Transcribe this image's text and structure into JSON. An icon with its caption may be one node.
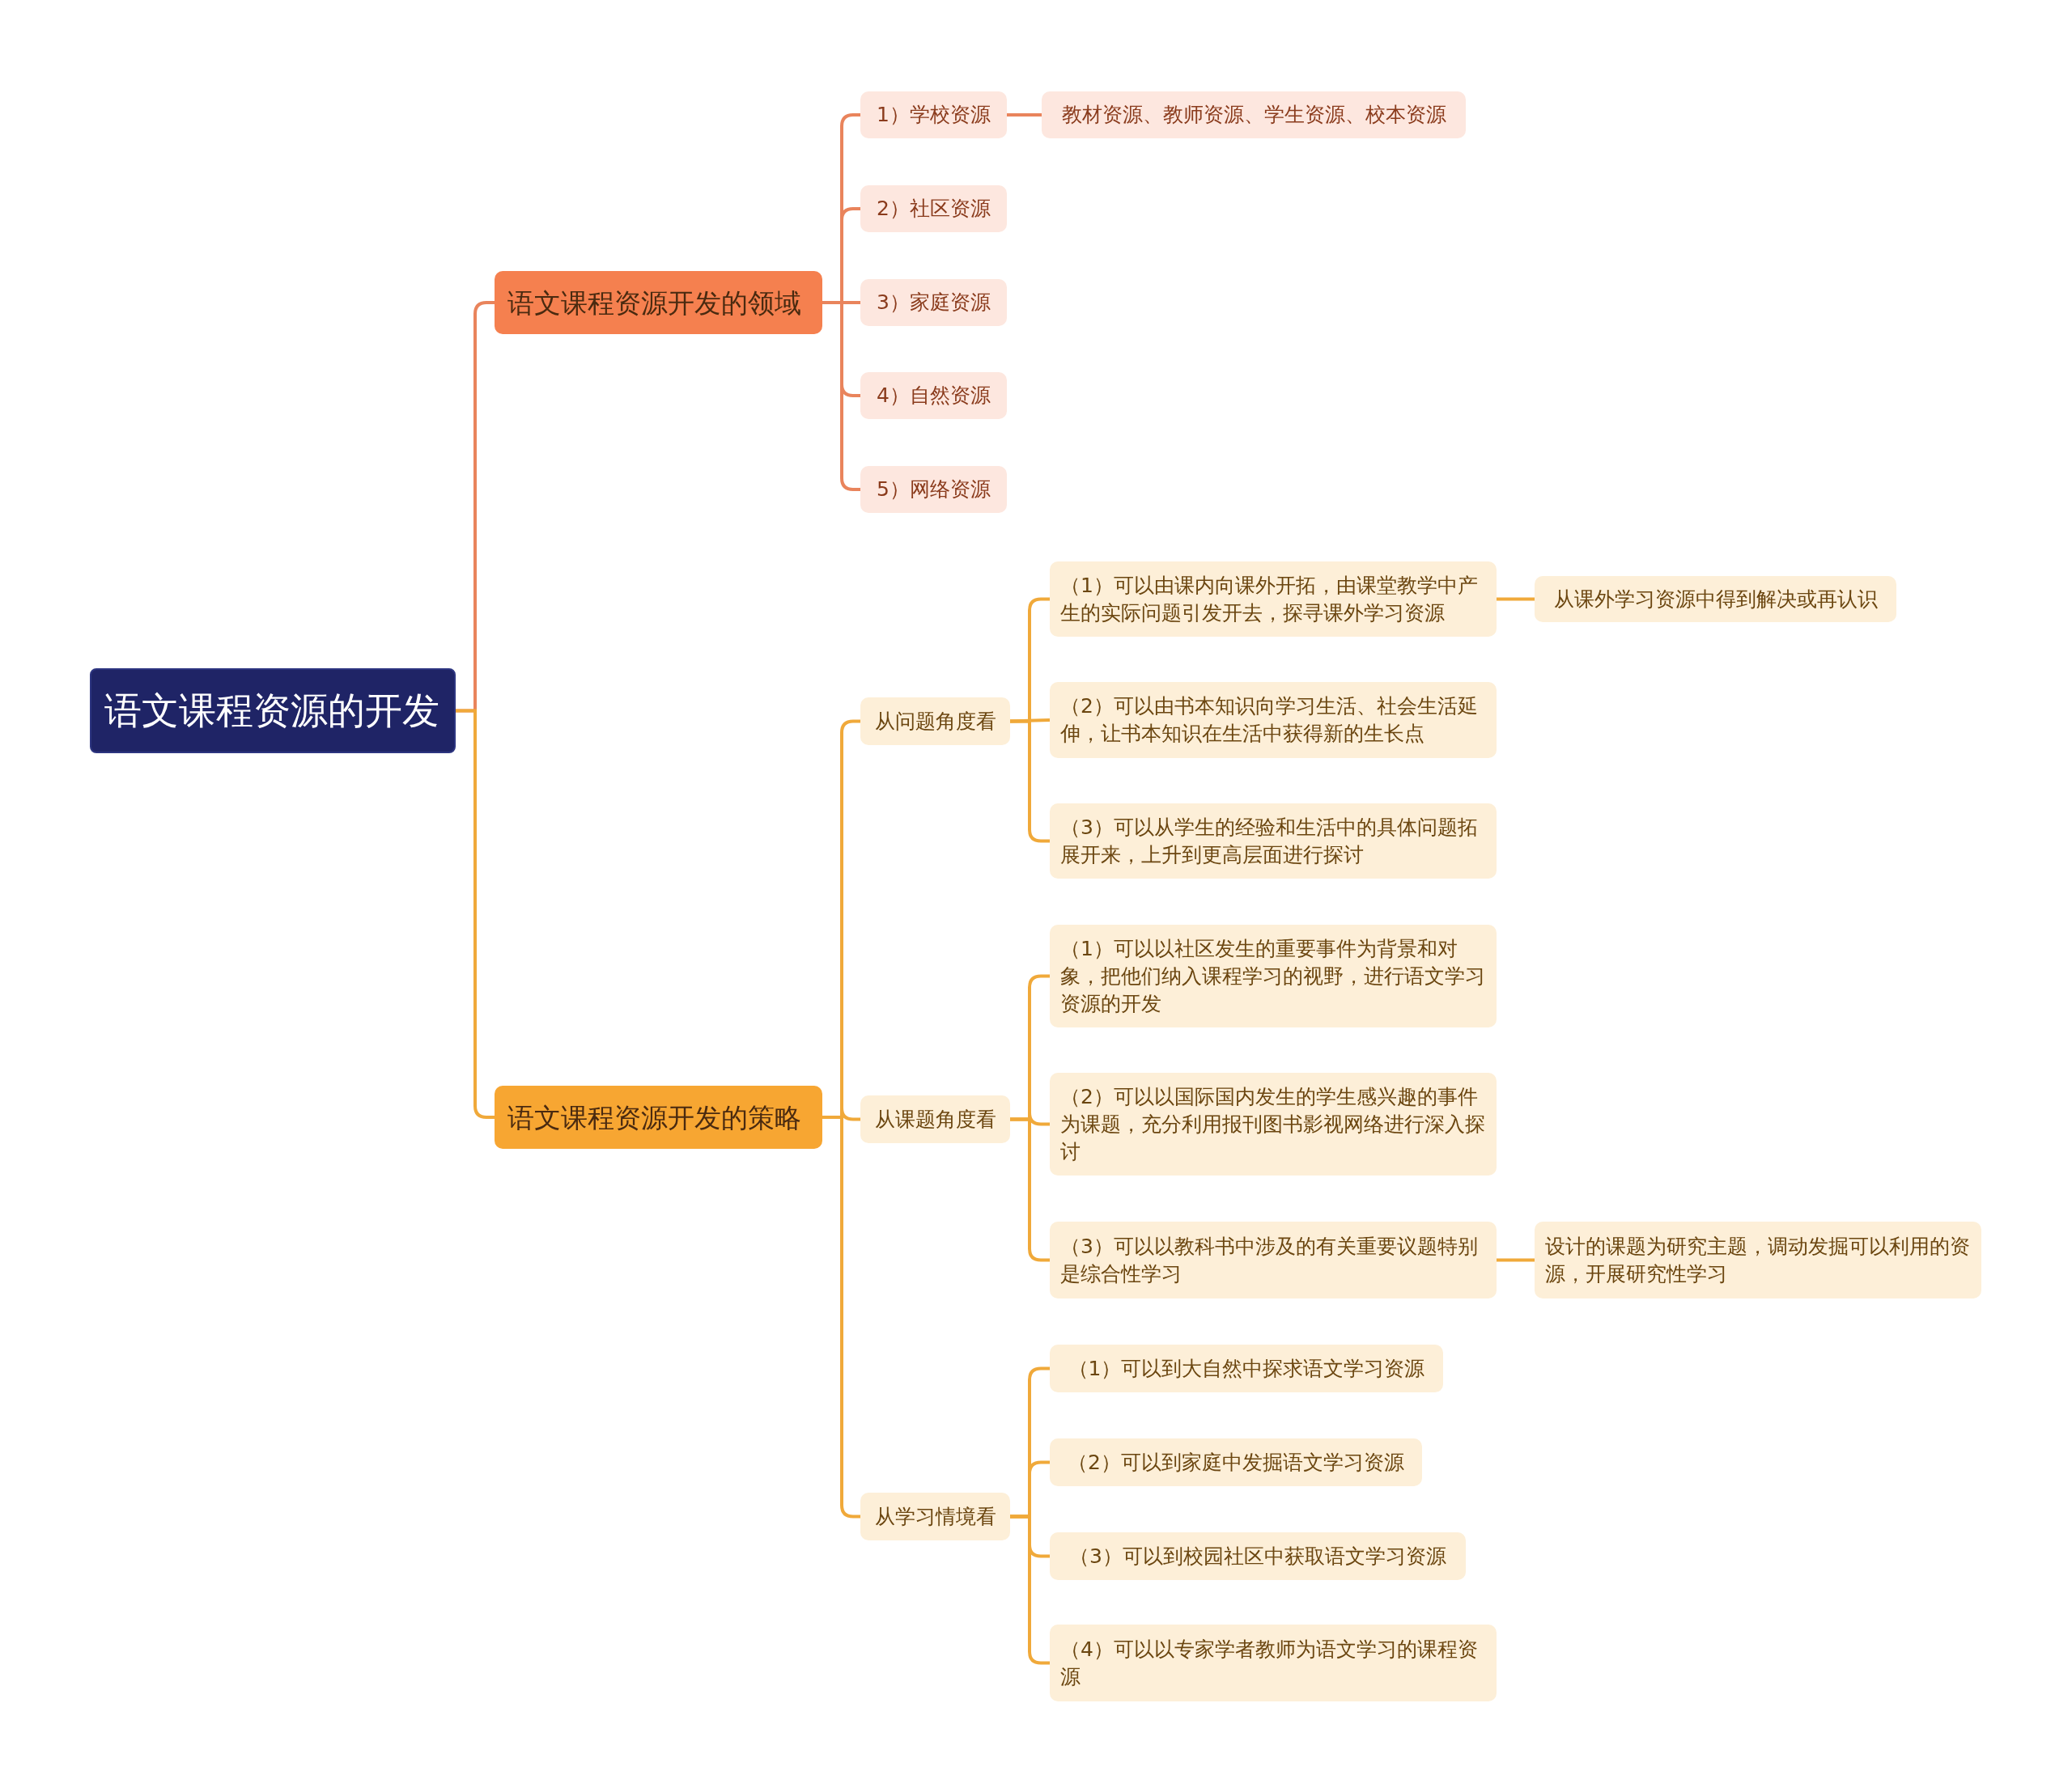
{
  "diagram": {
    "nodes": [
      {
        "text": [
          "语文课程资源的开发"
        ]
      },
      {
        "text": [
          "语文课程资源开发的领域"
        ]
      },
      {
        "text": [
          "1）学校资源"
        ]
      },
      {
        "text": [
          "2）社区资源"
        ]
      },
      {
        "text": [
          "3）家庭资源"
        ]
      },
      {
        "text": [
          "4）自然资源"
        ]
      },
      {
        "text": [
          "5）网络资源"
        ]
      },
      {
        "text": [
          "教材资源、教师资源、学生资源、校本资源"
        ]
      },
      {
        "text": [
          "语文课程资源开发的策略"
        ]
      },
      {
        "text": [
          "从问题角度看"
        ]
      },
      {
        "text": [
          "（1）可以由课内向课外开拓，由课堂教学中产生的实际问题引发开去，探寻课外学习资源"
        ]
      },
      {
        "text": [
          "从课外学习资源中得到解决或再认识"
        ]
      },
      {
        "text": [
          "（2）可以由书本知识向学习生活、社会生活延伸，让书本知识在生活中获得新的生长点"
        ]
      },
      {
        "text": [
          "（3）可以从学生的经验和生活中的具体问题拓展开来，上升到更高层面进行探讨"
        ]
      },
      {
        "text": [
          "从课题角度看"
        ]
      },
      {
        "text": [
          "（1）可以以社区发生的重要事件为背景和对象，把他们纳入课程学习的视野，进行语文学习资源的开发"
        ]
      },
      {
        "text": [
          "（2）可以以国际国内发生的学生感兴趣的事件为课题，充分利用报刊图书影视网络进行深入探讨"
        ]
      },
      {
        "text": [
          "（3）可以以教科书中涉及的有关重要议题特别是综合性学习"
        ]
      },
      {
        "text": [
          "设计的课题为研究主题，调动发掘可以利用的资源，开展研究性学习"
        ]
      },
      {
        "text": [
          "从学习情境看"
        ]
      },
      {
        "text": [
          "（1）可以到大自然中探求语文学习资源"
        ]
      },
      {
        "text": [
          "（2）可以到家庭中发掘语文学习资源"
        ]
      },
      {
        "text": [
          "（3）可以到校园社区中获取语文学习资源"
        ]
      },
      {
        "text": [
          "（4）可以以专家学者教师为语文学习的课程资源"
        ]
      }
    ],
    "edges": [
      {
        "from": 0,
        "to": 1,
        "arrow": "none",
        "color": "#e9845c"
      },
      {
        "from": 1,
        "to": 2,
        "arrow": "none",
        "color": "#e9845c"
      },
      {
        "from": 2,
        "to": 7,
        "arrow": "none",
        "color": "#e9845c"
      },
      {
        "from": 1,
        "to": 3,
        "arrow": "none",
        "color": "#e9845c"
      },
      {
        "from": 1,
        "to": 4,
        "arrow": "none",
        "color": "#e9845c"
      },
      {
        "from": 1,
        "to": 5,
        "arrow": "none",
        "color": "#e9845c"
      },
      {
        "from": 1,
        "to": 6,
        "arrow": "none",
        "color": "#e9845c"
      },
      {
        "from": 0,
        "to": 8,
        "arrow": "none"
      },
      {
        "from": 8,
        "to": 9,
        "arrow": "none"
      },
      {
        "from": 9,
        "to": 10,
        "arrow": "none"
      },
      {
        "from": 10,
        "to": 11,
        "arrow": "none"
      },
      {
        "from": 9,
        "to": 12,
        "arrow": "none"
      },
      {
        "from": 9,
        "to": 13,
        "arrow": "none"
      },
      {
        "from": 8,
        "to": 14,
        "arrow": "none"
      },
      {
        "from": 14,
        "to": 15,
        "arrow": "none"
      },
      {
        "from": 14,
        "to": 16,
        "arrow": "none"
      },
      {
        "from": 14,
        "to": 17,
        "arrow": "none"
      },
      {
        "from": 17,
        "to": 18,
        "arrow": "none"
      },
      {
        "from": 8,
        "to": 19,
        "arrow": "none"
      },
      {
        "from": 19,
        "to": 20,
        "arrow": "none"
      },
      {
        "from": 19,
        "to": 21,
        "arrow": "none"
      },
      {
        "from": 19,
        "to": 22,
        "arrow": "none"
      },
      {
        "from": 19,
        "to": 23,
        "arrow": "none"
      }
    ]
  }
}
